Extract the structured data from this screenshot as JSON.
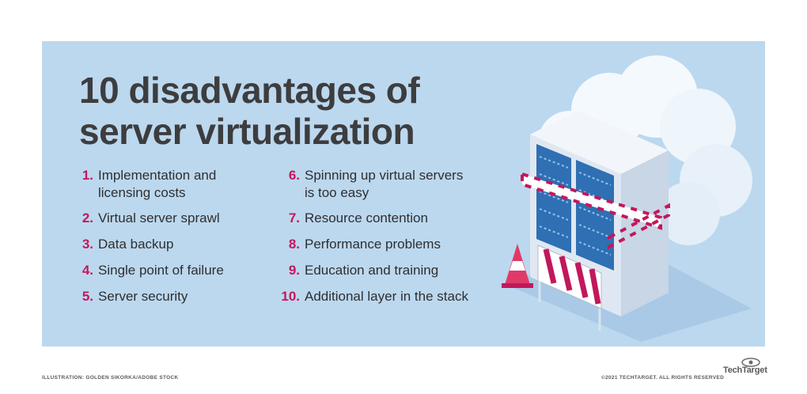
{
  "title": {
    "line1": "10 disadvantages of",
    "line2": "server virtualization"
  },
  "items": [
    {
      "num": "1.",
      "text": "Implementation and\nlicensing costs"
    },
    {
      "num": "2.",
      "text": "Virtual server sprawl"
    },
    {
      "num": "3.",
      "text": "Data backup"
    },
    {
      "num": "4.",
      "text": "Single point of failure"
    },
    {
      "num": "5.",
      "text": "Server security"
    },
    {
      "num": "6.",
      "text": "Spinning up virtual servers\nis too easy"
    },
    {
      "num": "7.",
      "text": "Resource contention"
    },
    {
      "num": "8.",
      "text": "Performance problems"
    },
    {
      "num": "9.",
      "text": "Education and training"
    },
    {
      "num": "10.",
      "text": "Additional layer in the stack"
    }
  ],
  "footer": {
    "illustration_credit": "ILLUSTRATION: GOLDEN SIKORKA/ADOBE STOCK",
    "copyright": "©2021 TECHTARGET. ALL RIGHTS RESERVED",
    "brand": "TechTarget"
  },
  "colors": {
    "panel": "#bcd8ee",
    "accent": "#c2185b",
    "title": "#3d3d3f"
  },
  "illustration_icons": [
    "cloud",
    "server-rack",
    "warning-tape",
    "traffic-cone",
    "barricade"
  ]
}
